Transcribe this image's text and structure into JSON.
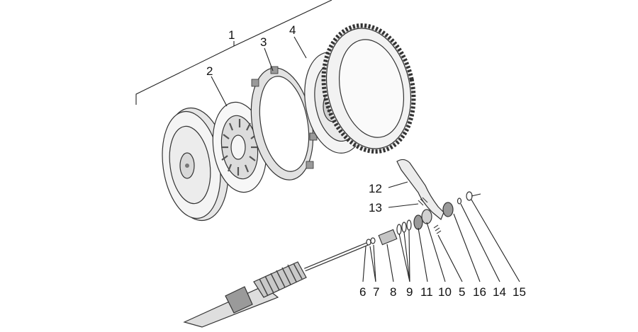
{
  "callouts": {
    "c1": "1",
    "c2": "2",
    "c3": "3",
    "c4": "4",
    "c5": "5",
    "c6": "6",
    "c7": "7",
    "c8": "8",
    "c9": "9",
    "c10": "10",
    "c11": "11",
    "c12": "12",
    "c13": "13",
    "c14": "14",
    "c15": "15",
    "c16": "16"
  },
  "colors": {
    "outline": "#333333",
    "part_fill": "#f2f2f2",
    "shade": "#bdbdbd",
    "dark": "#6a6a6a"
  }
}
